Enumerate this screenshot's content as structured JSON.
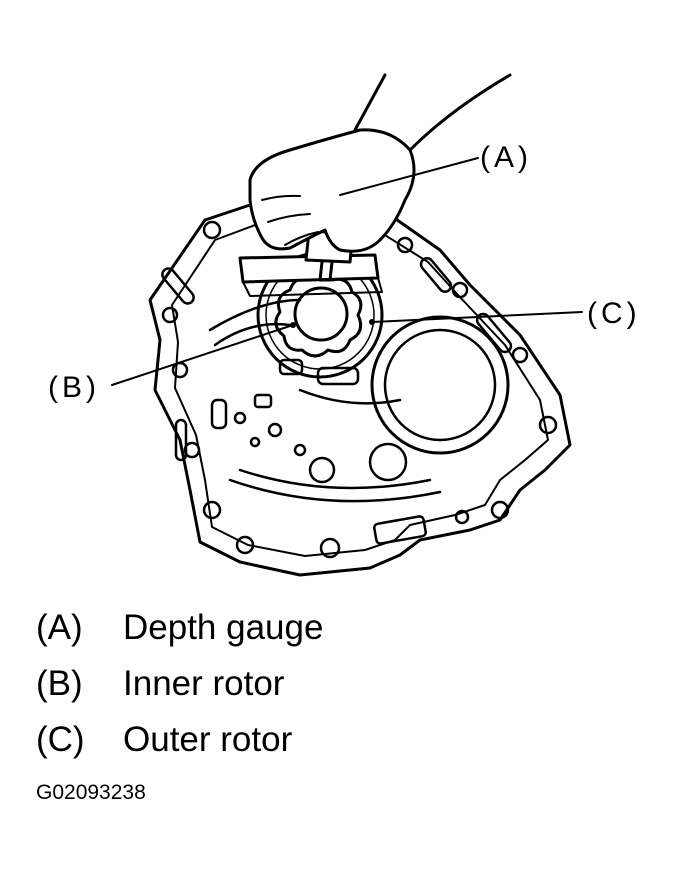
{
  "callouts": {
    "a": "(A)",
    "b": "(B)",
    "c": "(C)"
  },
  "legend": [
    {
      "key": "(A)",
      "text": "Depth gauge"
    },
    {
      "key": "(B)",
      "text": "Inner rotor"
    },
    {
      "key": "(C)",
      "text": "Outer rotor"
    }
  ],
  "figure_id": "G02093238",
  "colors": {
    "ink": "#000000",
    "paper": "#ffffff"
  }
}
